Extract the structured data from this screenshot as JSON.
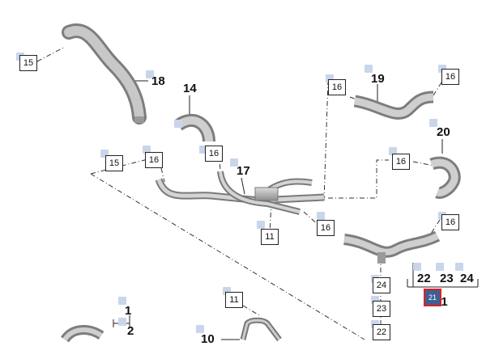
{
  "callouts": {
    "n1": "1",
    "n2": "2",
    "n10": "10",
    "n14": "14",
    "n17": "17",
    "n18": "18",
    "n19": "19",
    "n20": "20",
    "n21": "21",
    "n22": "22",
    "n23": "23",
    "n24": "24"
  },
  "boxes": {
    "b15a": "15",
    "b15b": "15",
    "b16a": "16",
    "b16b": "16",
    "b16c": "16",
    "b16d": "16",
    "b16e": "16",
    "b16f": "16",
    "b16g": "16",
    "b11a": "11",
    "b11b": "11",
    "b24": "24",
    "b23": "23",
    "b22": "22"
  },
  "selected": {
    "label": "21",
    "border_color": "#e02020",
    "fill_color": "#3d5f93"
  },
  "colors": {
    "part_gray": "#b5b5b5",
    "marker": "#c9d6ea"
  }
}
